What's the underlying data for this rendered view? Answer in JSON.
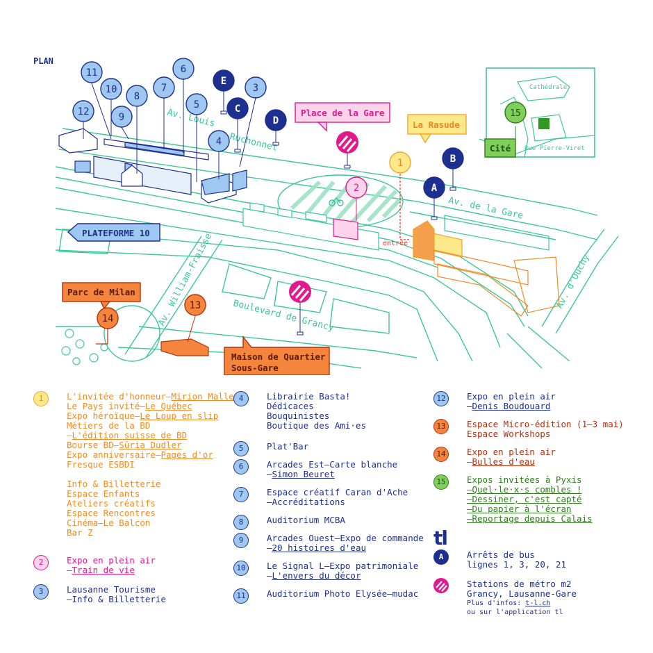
{
  "map": {
    "plan_title": "PLAN",
    "streets": {
      "av_louis_ruchonnet": "Av. Louis",
      "av_louis_ruchonnet_2": "Ruchonnet",
      "av_gare": "Av. de la Gare",
      "av_ouchy": "Av. d'Ouchy",
      "av_william_fraisse": "Av. William-Fraisse",
      "boulevard_grancy": "Boulevard de Grancy",
      "entree": "entrée"
    },
    "callouts": {
      "place_gare": "Place de la Gare",
      "la_rasude": "La Rasude",
      "plateforme": "PLATEFORME 10",
      "parc_milan": "Parc de Milan",
      "maison_line1": "Maison de Quartier",
      "maison_line2": "Sous-Gare"
    },
    "inset": {
      "cathedrale": "Cathédrale",
      "cite": "Cité",
      "rue": "Rue Pierre-Viret",
      "pin": "15"
    },
    "pins": {
      "p1": "1",
      "p2": "2",
      "p3": "3",
      "p4": "4",
      "p5": "5",
      "p6": "6",
      "p7": "7",
      "p8": "8",
      "p9": "9",
      "p10": "10",
      "p11": "11",
      "p12": "12",
      "p13": "13",
      "p14": "14",
      "pA": "A",
      "pB": "B",
      "pC": "C",
      "pD": "D",
      "pE": "E"
    }
  },
  "legend": {
    "col1": {
      "item1": {
        "num": "1",
        "lines": [
          {
            "pre": "L'invitée d'honneur—",
            "link": "Mirion Malle"
          },
          {
            "pre": "Le Pays invité—",
            "link": "Le Québec"
          },
          {
            "pre": "Expo héroïque—",
            "link": "Le Loup en slip"
          },
          {
            "pre": "Métiers de la BD",
            "link": ""
          },
          {
            "pre": " —",
            "link": "L'édition suisse de BD"
          },
          {
            "pre": "Bourse BD—",
            "link": "Sūria Dudler"
          },
          {
            "pre": "Expo anniversaire—",
            "link": "Pages d'or"
          },
          {
            "pre": "Fresque ESBDI",
            "link": ""
          }
        ],
        "lines2": [
          "Info & Billetterie",
          "Espace Enfants",
          "Ateliers créatifs",
          "Espace Rencontres",
          "Cinéma—Le Balcon",
          "Bar Z"
        ]
      },
      "item2": {
        "num": "2",
        "line1": "Expo en plein air",
        "pre2": "—",
        "link2": "Train de vie"
      },
      "item3": {
        "num": "3",
        "line1": "Lausanne Tourisme",
        "line2": "—Info & Billetterie"
      }
    },
    "col2": {
      "item4": {
        "num": "4",
        "lines": [
          "Librairie Basta!",
          "Dédicaces",
          "Bouquinistes",
          "Boutique des Ami·es"
        ]
      },
      "item5": {
        "num": "5",
        "line1": "Plat'Bar"
      },
      "item6": {
        "num": "6",
        "line1": "Arcades Est—Carte blanche",
        "pre2": "—",
        "link2": "Simon Beuret"
      },
      "item7": {
        "num": "7",
        "line1": "Espace créatif Caran d'Ache",
        "line2": "—Accréditations"
      },
      "item8": {
        "num": "8",
        "line1": "Auditorium MCBA"
      },
      "item9": {
        "num": "9",
        "line1": "Arcades Ouest—Expo de commande",
        "pre2": "—",
        "link2": "20 histoires d'eau"
      },
      "item10": {
        "num": "10",
        "line1": "Le Signal L—Expo patrimoniale",
        "pre2": "—",
        "link2": "L'envers du décor"
      },
      "item11": {
        "num": "11",
        "line1": "Auditorium Photo Elysée—mudac"
      }
    },
    "col3": {
      "item12": {
        "num": "12",
        "line1": "Expo en plein air",
        "pre2": "—",
        "link2": "Denis Boudouard"
      },
      "item13": {
        "num": "13",
        "line1": "Espace Micro-édition (1–3 mai)",
        "line2": "Espace Workshops"
      },
      "item14": {
        "num": "14",
        "line1": "Expo en plein air",
        "pre2": "—",
        "link2": "Bulles d'eau"
      },
      "item15": {
        "num": "15",
        "line1": "Expos invitées à Pyxis",
        "links": [
          "—Quel·le·x·s combles !",
          "—Dessiner, c'est capté",
          "—Du papier à l'écran",
          "—Reportage depuis Calais"
        ]
      },
      "tl_logo": "tl",
      "bus": {
        "num": "A",
        "line1": "Arrêts de bus",
        "line2": "lignes 1, 3, 20, 21"
      },
      "metro": {
        "line1": "Stations de métro m2",
        "line2": "Grancy, Lausanne-Gare",
        "info_pre": "Plus d'infos: ",
        "info_link": "t-l.ch",
        "info_line2": "ou sur l'application tl"
      }
    }
  }
}
